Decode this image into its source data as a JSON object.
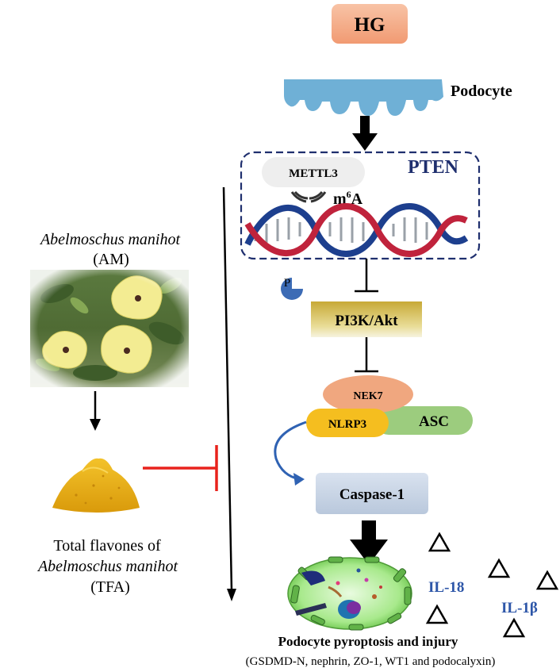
{
  "top_stimulus": "HG",
  "cell_label": "Podocyte",
  "gene_box_label": "PTEN",
  "enzyme_label": "METTL3",
  "modification_label": {
    "base": "m",
    "superscript": "6",
    "suffix": "A"
  },
  "phospho_label": "P",
  "pathway_label": "PI3K/Akt",
  "inflammasome": {
    "nek7": "NEK7",
    "nlrp3": "NLRP3",
    "asc": "ASC"
  },
  "caspase_label": "Caspase-1",
  "cytokines": {
    "il18": "IL-18",
    "il1b": "IL-1β"
  },
  "outcome_title": "Podocyte pyroptosis and injury",
  "outcome_markers": "(GSDMD-N, nephrin, ZO-1, WT1 and podocalyxin)",
  "herb": {
    "name_italic": "Abelmoschus manihot",
    "abbrev": "(AM)"
  },
  "extract": {
    "line1": "Total flavones of",
    "name_italic": "Abelmoschus manihot",
    "abbrev": "(TFA)"
  },
  "colors": {
    "hg_box": "#f4a987",
    "podocyte": "#6fb0d6",
    "dashed_box": "#1f2f6e",
    "pten_text": "#1f2f6e",
    "pi3k_top": "#c8ab3c",
    "pi3k_bottom": "#f4f1d8",
    "nek7": "#f0a77f",
    "nlrp3": "#f5be1f",
    "asc": "#9ccc7e",
    "caspase": "#cfdaea",
    "cytokine_text": "#2d56a8",
    "inhibit_red": "#e8221c",
    "phospho": "#3c6bb5",
    "cell_body": "#98e27a"
  }
}
